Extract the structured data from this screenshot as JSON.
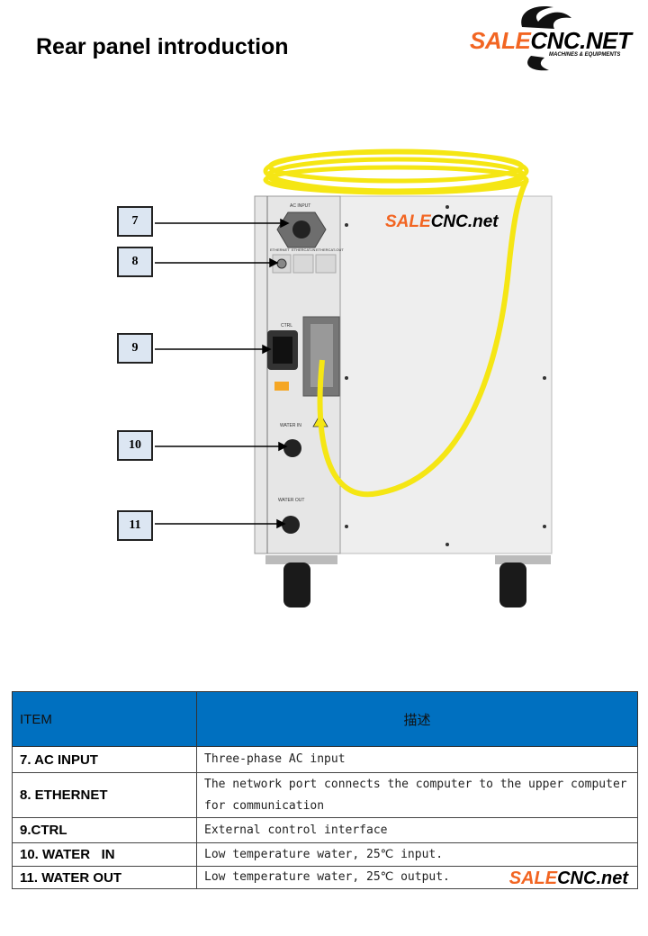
{
  "title": "Rear panel introduction",
  "logo": {
    "part1": "SALE",
    "part2": "CNC.NET",
    "subtitle": "MACHINES & EQUIPMENTS"
  },
  "machine": {
    "brand_part1": "SALE",
    "brand_part2": "CNC.net",
    "labels": {
      "ac_input": "AC INPUT",
      "ethernet": "ETHERNET",
      "ethercat_in": "ETHERCAT-IN",
      "ethercat_out": "ETHERCAT-OUT",
      "ctrl": "CTRL",
      "water_in": "WATER IN",
      "water_out": "WATER OUT"
    }
  },
  "callouts": [
    "7",
    "8",
    "9",
    "10",
    "11"
  ],
  "table": {
    "headers": [
      "ITEM",
      "描述"
    ],
    "rows": [
      {
        "item": "7. AC INPUT",
        "desc": "Three-phase AC input"
      },
      {
        "item": "8. ETHERNET",
        "desc": "The network port connects the computer to the upper computer for communication"
      },
      {
        "item": "9.CTRL",
        "desc": "External control interface"
      },
      {
        "item": "10. WATER   IN",
        "desc": "Low temperature water, 25℃ input."
      },
      {
        "item": "11. WATER OUT",
        "desc": "Low temperature water, 25℃ output."
      }
    ],
    "watermark": {
      "part1": "SALE",
      "part2": "CNC.net"
    }
  },
  "colors": {
    "header_bg": "#0070c0",
    "accent_orange": "#f26522",
    "fiber_yellow": "#f5e614",
    "callout_bg": "#dce6f2"
  }
}
